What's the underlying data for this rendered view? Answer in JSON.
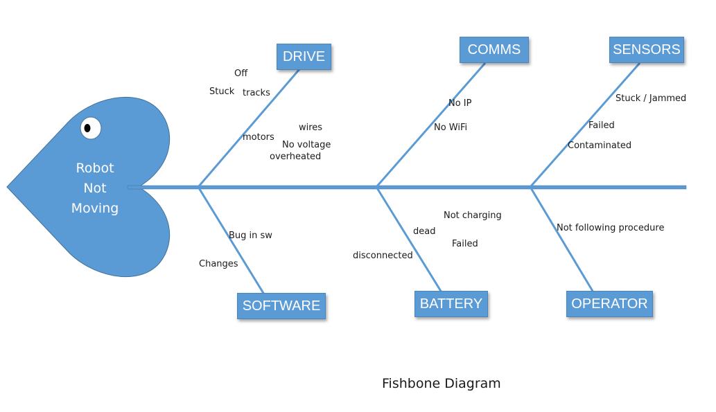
{
  "head": {
    "lines": [
      "Robot",
      "Not",
      "Moving"
    ]
  },
  "categories": {
    "drive": "DRIVE",
    "comms": "COMMS",
    "sensors": "SENSORS",
    "software": "SOFTWARE",
    "battery": "BATTERY",
    "operator": "OPERATOR"
  },
  "causes": {
    "drive": [
      "Off",
      "Stuck",
      "tracks",
      "wires",
      "motors",
      "No voltage",
      "overheated"
    ],
    "comms": [
      "No IP",
      "No WiFi"
    ],
    "sensors": [
      "Stuck / Jammed",
      "Failed",
      "Contaminated"
    ],
    "software": [
      "Bug in sw",
      "Changes"
    ],
    "battery": [
      "Not charging",
      "dead",
      "Failed",
      "disconnected"
    ],
    "operator": [
      "Not following procedure"
    ]
  },
  "caption": "Fishbone Diagram",
  "colors": {
    "shape": "#5b9bd5",
    "stroke": "#5b9bd5",
    "box": "#5b9bd5",
    "box_text": "#ffffff"
  }
}
